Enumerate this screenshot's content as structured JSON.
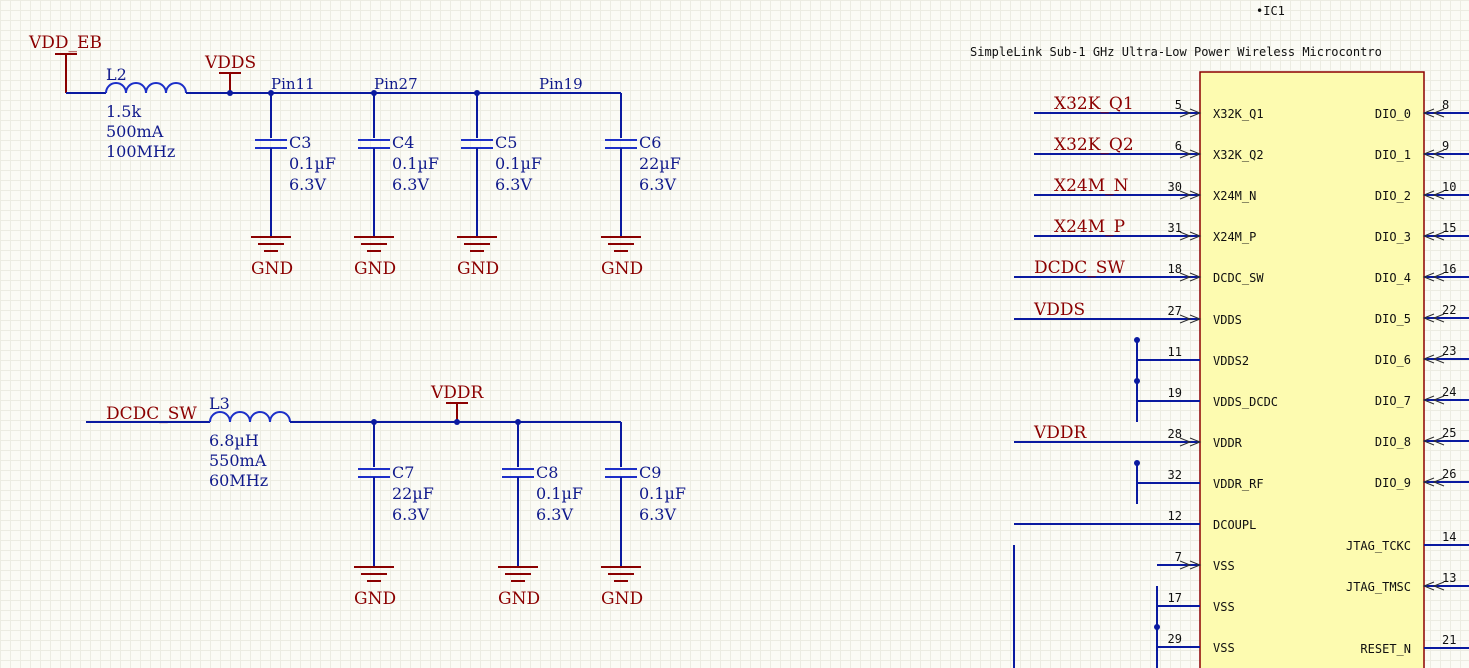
{
  "power_net": {
    "vdd_eb": "VDD_EB",
    "vdds": "VDDS",
    "nodes": [
      "Pin11",
      "Pin27",
      "Pin19"
    ],
    "inductor": {
      "ref": "L2",
      "value": "1.5k",
      "current": "500mA",
      "freq": "100MHz"
    },
    "caps": [
      {
        "ref": "C3",
        "value": "0.1µF",
        "voltage": "6.3V"
      },
      {
        "ref": "C4",
        "value": "0.1µF",
        "voltage": "6.3V"
      },
      {
        "ref": "C5",
        "value": "0.1µF",
        "voltage": "6.3V"
      },
      {
        "ref": "C6",
        "value": "22µF",
        "voltage": "6.3V"
      }
    ],
    "gnd_label": "GND"
  },
  "dcdc_net": {
    "input": "DCDC_SW",
    "vddr": "VDDR",
    "inductor": {
      "ref": "L3",
      "value": "6.8µH",
      "current": "550mA",
      "freq": "60MHz"
    },
    "caps": [
      {
        "ref": "C7",
        "value": "22µF",
        "voltage": "6.3V"
      },
      {
        "ref": "C8",
        "value": "0.1µF",
        "voltage": "6.3V"
      },
      {
        "ref": "C9",
        "value": "0.1µF",
        "voltage": "6.3V"
      }
    ],
    "gnd_label": "GND"
  },
  "ic": {
    "designator": "•IC1",
    "title": "SimpleLink Sub-1 GHz Ultra-Low Power Wireless Microcontro",
    "left_pins": [
      {
        "num": "5",
        "name": "X32K_Q1",
        "net": "X32K_Q1"
      },
      {
        "num": "6",
        "name": "X32K_Q2",
        "net": "X32K_Q2"
      },
      {
        "num": "30",
        "name": "X24M_N",
        "net": "X24M_N"
      },
      {
        "num": "31",
        "name": "X24M_P",
        "net": "X24M_P"
      },
      {
        "num": "18",
        "name": "DCDC_SW",
        "net": "DCDC_SW"
      },
      {
        "num": "27",
        "name": "VDDS",
        "net": "VDDS"
      },
      {
        "num": "11",
        "name": "VDDS2",
        "net": ""
      },
      {
        "num": "19",
        "name": "VDDS_DCDC",
        "net": ""
      },
      {
        "num": "28",
        "name": "VDDR",
        "net": "VDDR"
      },
      {
        "num": "32",
        "name": "VDDR_RF",
        "net": ""
      },
      {
        "num": "12",
        "name": "DCOUPL",
        "net": ""
      },
      {
        "num": "7",
        "name": "VSS",
        "net": ""
      },
      {
        "num": "17",
        "name": "VSS",
        "net": ""
      },
      {
        "num": "29",
        "name": "VSS",
        "net": ""
      }
    ],
    "right_pins": [
      {
        "num": "8",
        "name": "DIO_0"
      },
      {
        "num": "9",
        "name": "DIO_1"
      },
      {
        "num": "10",
        "name": "DIO_2"
      },
      {
        "num": "15",
        "name": "DIO_3"
      },
      {
        "num": "16",
        "name": "DIO_4"
      },
      {
        "num": "22",
        "name": "DIO_5"
      },
      {
        "num": "23",
        "name": "DIO_6"
      },
      {
        "num": "24",
        "name": "DIO_7"
      },
      {
        "num": "25",
        "name": "DIO_8"
      },
      {
        "num": "26",
        "name": "DIO_9"
      },
      {
        "num": "14",
        "name": "JTAG_TCKC"
      },
      {
        "num": "13",
        "name": "JTAG_TMSC"
      },
      {
        "num": "21",
        "name": "RESET_N"
      }
    ],
    "colors": {
      "body_fill": "#fdfbb0",
      "body_stroke": "#8b0000",
      "wire": "#0a1aa0",
      "net_label": "#8b0000"
    }
  }
}
